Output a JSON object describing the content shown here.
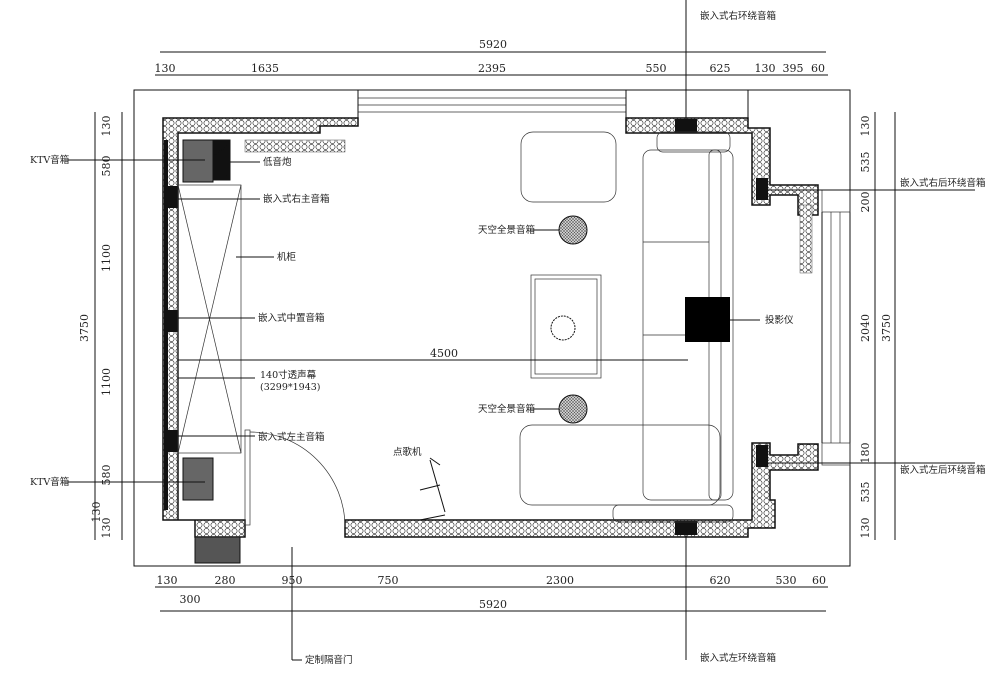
{
  "dimensions": {
    "top_total": "5920",
    "top": [
      "130",
      "1635",
      "2395",
      "550",
      "625",
      "130",
      "395",
      "60"
    ],
    "bottom": [
      "130",
      "280",
      "950",
      "750",
      "2300",
      "620",
      "530",
      "60"
    ],
    "bottom_sub": "300",
    "bottom_total": "5920",
    "left": [
      "130",
      "580",
      "1100",
      "1100",
      "580",
      "130",
      "130"
    ],
    "left_total": "3750",
    "right": [
      "130",
      "535",
      "200",
      "2040",
      "180",
      "535",
      "130"
    ],
    "right_total": "3750",
    "screen_width": "4500"
  },
  "labels": {
    "ktv_top": "KTV音箱",
    "ktv_bottom": "KTV音箱",
    "subwoofer": "低音炮",
    "right_main": "嵌入式右主音箱",
    "cabinet": "机柜",
    "center": "嵌入式中置音箱",
    "screen": "140寸透声幕",
    "screen_size": "(3299*1943)",
    "left_main": "嵌入式左主音箱",
    "sky_top": "天空全景音箱",
    "sky_bottom": "天空全景音箱",
    "projector": "投影仪",
    "karaoke": "点歌机",
    "door": "定制隔音门",
    "right_surround": "嵌入式右环绕音箱",
    "left_surround": "嵌入式左环绕音箱",
    "right_rear": "嵌入式右后环绕音箱",
    "left_rear": "嵌入式左后环绕音箱"
  }
}
